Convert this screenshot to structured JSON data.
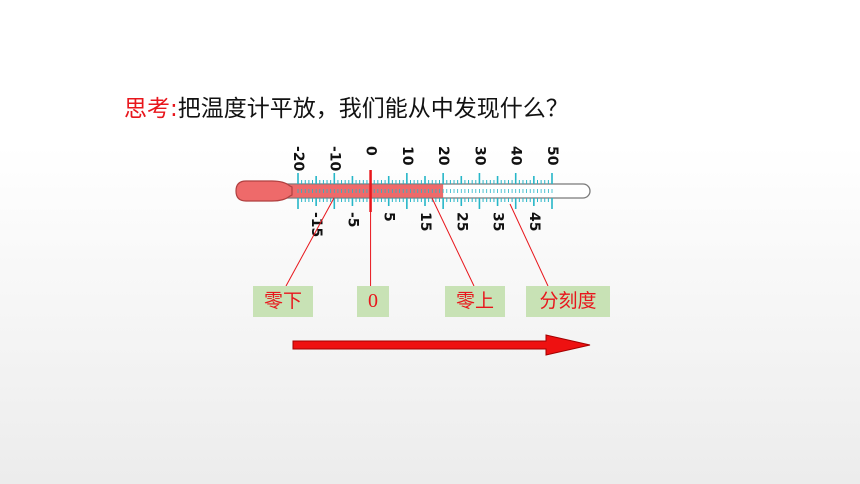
{
  "question": {
    "label": "思考:",
    "text": "把温度计平放，我们能从中发现什么？"
  },
  "thermometer": {
    "scale_min": -20,
    "scale_max": 50,
    "reading": 20,
    "upper_labels": [
      "-20",
      "-10",
      "0",
      "10",
      "20",
      "30",
      "40",
      "50"
    ],
    "lower_labels": [
      "-15",
      "-5",
      "5",
      "15",
      "25",
      "35",
      "45"
    ],
    "liquid_color": "#ee6a6a",
    "tick_color": "#26b6c8",
    "zero_line_color": "#e8161c"
  },
  "callouts": {
    "below_zero": "零下",
    "zero": "0",
    "above_zero": "零上",
    "graduation": "分刻度"
  },
  "arrow": {
    "color": "#ee1111"
  }
}
